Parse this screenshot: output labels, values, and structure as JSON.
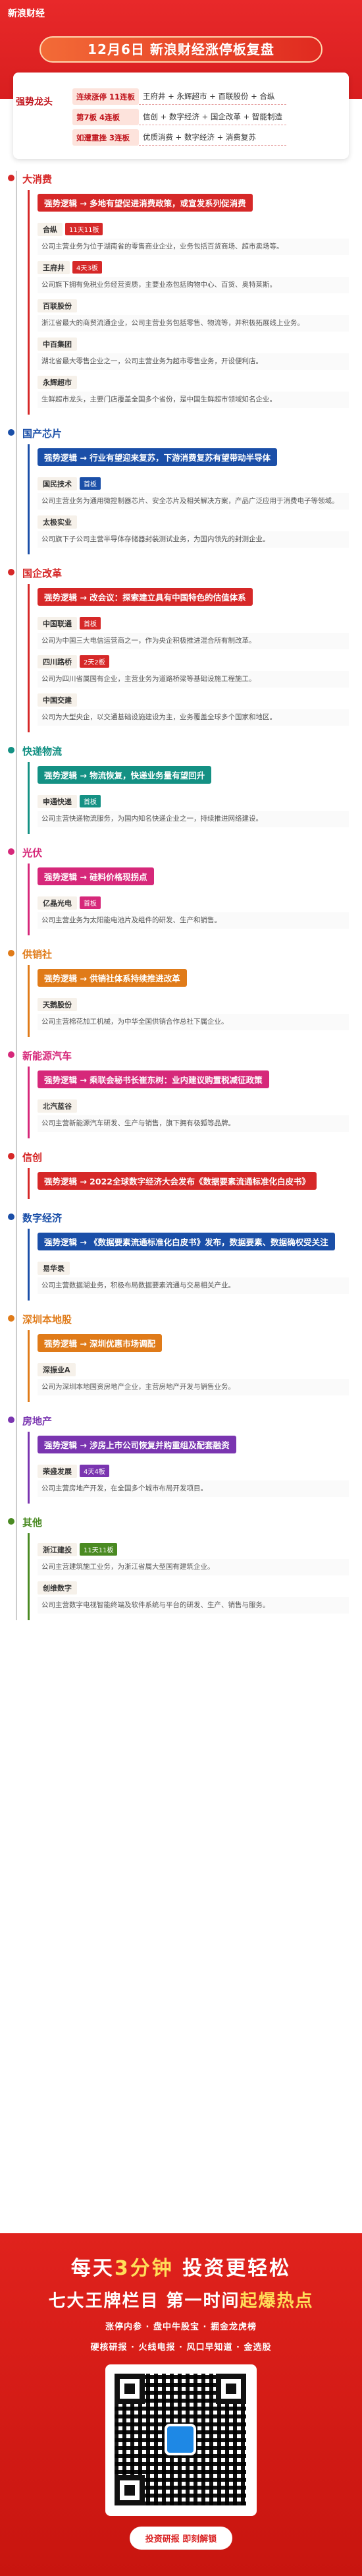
{
  "header": {
    "logo": "新浪财经",
    "title": "12月6日 新浪财经涨停板复盘"
  },
  "summary": {
    "tag": "强势龙头",
    "rows": [
      {
        "k": "连续涨停 11连板",
        "v": "王府井 + 永辉超市 + 百联股份 + 合纵"
      },
      {
        "k": "第7板 4连板",
        "v": "信创 + 数字经济 + 国企改革 + 智能制造"
      },
      {
        "k": "如遭重挫 3连板",
        "v": "优质消费 + 数字经济 + 消费复苏"
      }
    ]
  },
  "sections": [
    {
      "title": "大消费",
      "logic": "强势逻辑 → 多地有望促进消费政策，或宣发系列促消费",
      "stocks": [
        {
          "name": "合纵",
          "badge": "11天11板",
          "desc": "公司主营业务为位于湖南省的零售商业企业，业务包括百货商场、超市卖场等。"
        },
        {
          "name": "王府井",
          "badge": "4天3板",
          "desc": "公司旗下拥有免税业务经营资质，主要业态包括购物中心、百货、奥特莱斯。"
        },
        {
          "name": "百联股份",
          "badge": "",
          "desc": "浙江省最大的商贸流通企业，公司主营业务包括零售、物流等，并积极拓展线上业务。"
        },
        {
          "name": "中百集团",
          "badge": "",
          "desc": "湖北省最大零售企业之一，公司主营业务为超市零售业务，开设便利店。"
        },
        {
          "name": "永辉超市",
          "badge": "",
          "desc": "生鲜超市龙头，主要门店覆盖全国多个省份，是中国生鲜超市领域知名企业。"
        }
      ]
    },
    {
      "title": "国产芯片",
      "logic": "强势逻辑 → 行业有望迎来复苏，下游消费复苏有望带动半导体",
      "stocks": [
        {
          "name": "国民技术",
          "badge": "首板",
          "desc": "公司主营业务为通用微控制器芯片、安全芯片及相关解决方案，产品广泛应用于消费电子等领域。"
        },
        {
          "name": "太极实业",
          "badge": "",
          "desc": "公司旗下子公司主营半导体存储器封装测试业务，为国内领先的封测企业。"
        }
      ]
    },
    {
      "title": "国企改革",
      "logic": "强势逻辑 → 改会议：探索建立具有中国特色的估值体系",
      "stocks": [
        {
          "name": "中国联通",
          "badge": "首板",
          "desc": "公司为中国三大电信运营商之一，作为央企积极推进混合所有制改革。"
        },
        {
          "name": "四川路桥",
          "badge": "2天2板",
          "desc": "公司为四川省属国有企业，主营业务为道路桥梁等基础设施工程施工。"
        },
        {
          "name": "中国交建",
          "badge": "",
          "desc": "公司为大型央企，以交通基础设施建设为主，业务覆盖全球多个国家和地区。"
        }
      ]
    },
    {
      "title": "快递物流",
      "logic": "强势逻辑 → 物流恢复，快递业务量有望回升",
      "stocks": [
        {
          "name": "申通快递",
          "badge": "首板",
          "desc": "公司主营快递物流服务，为国内知名快递企业之一，持续推进网络建设。"
        }
      ]
    },
    {
      "title": "光伏",
      "logic": "强势逻辑 → 硅料价格现拐点",
      "stocks": [
        {
          "name": "亿晶光电",
          "badge": "首板",
          "desc": "公司主营业务为太阳能电池片及组件的研发、生产和销售。"
        }
      ]
    },
    {
      "title": "供销社",
      "logic": "强势逻辑 → 供销社体系持续推进改革",
      "stocks": [
        {
          "name": "天鹅股份",
          "badge": "",
          "desc": "公司主营棉花加工机械，为中华全国供销合作总社下属企业。"
        }
      ]
    },
    {
      "title": "新能源汽车",
      "logic": "强势逻辑 → 乘联会秘书长崔东树：业内建议购置税减征政策",
      "stocks": [
        {
          "name": "北汽蓝谷",
          "badge": "",
          "desc": "公司主营新能源汽车研发、生产与销售，旗下拥有极狐等品牌。"
        }
      ]
    },
    {
      "title": "信创",
      "logic": "强势逻辑 → 2022全球数字经济大会发布《数据要素流通标准化白皮书》",
      "stocks": []
    },
    {
      "title": "数字经济",
      "logic": "强势逻辑 → 《数据要素流通标准化白皮书》发布，数据要素、数据确权受关注",
      "stocks": [
        {
          "name": "易华录",
          "badge": "",
          "desc": "公司主营数据湖业务，积极布局数据要素流通与交易相关产业。"
        }
      ]
    },
    {
      "title": "深圳本地股",
      "logic": "强势逻辑 → 深圳优惠市场调配",
      "stocks": [
        {
          "name": "深振业A",
          "badge": "",
          "desc": "公司为深圳本地国资房地产企业，主营房地产开发与销售业务。"
        }
      ]
    },
    {
      "title": "房地产",
      "logic": "强势逻辑 → 涉房上市公司恢复并购重组及配套融资",
      "stocks": [
        {
          "name": "荣盛发展",
          "badge": "4天4板",
          "desc": "公司主营房地产开发，在全国多个城市布局开发项目。"
        }
      ]
    },
    {
      "title": "其他",
      "logic": "",
      "stocks": [
        {
          "name": "浙江建投",
          "badge": "11天11板",
          "desc": "公司主营建筑施工业务，为浙江省属大型国有建筑企业。"
        },
        {
          "name": "创维数字",
          "badge": "",
          "desc": "公司主营数字电视智能终端及软件系统与平台的研发、生产、销售与服务。"
        }
      ]
    }
  ],
  "footer": {
    "l1_a": "每天",
    "l1_b": "3分钟",
    "l1_c": " 投资更轻松",
    "l2_a": "七大王牌栏目 第一时间",
    "l2_b": "起爆热点",
    "l3": "涨停内参 · 盘中牛股宝 · 掘金龙虎榜",
    "l4": "硬核研报 · 火线电报 · 风口早知道 · 金选股",
    "button": "投资研报 即刻解锁"
  }
}
